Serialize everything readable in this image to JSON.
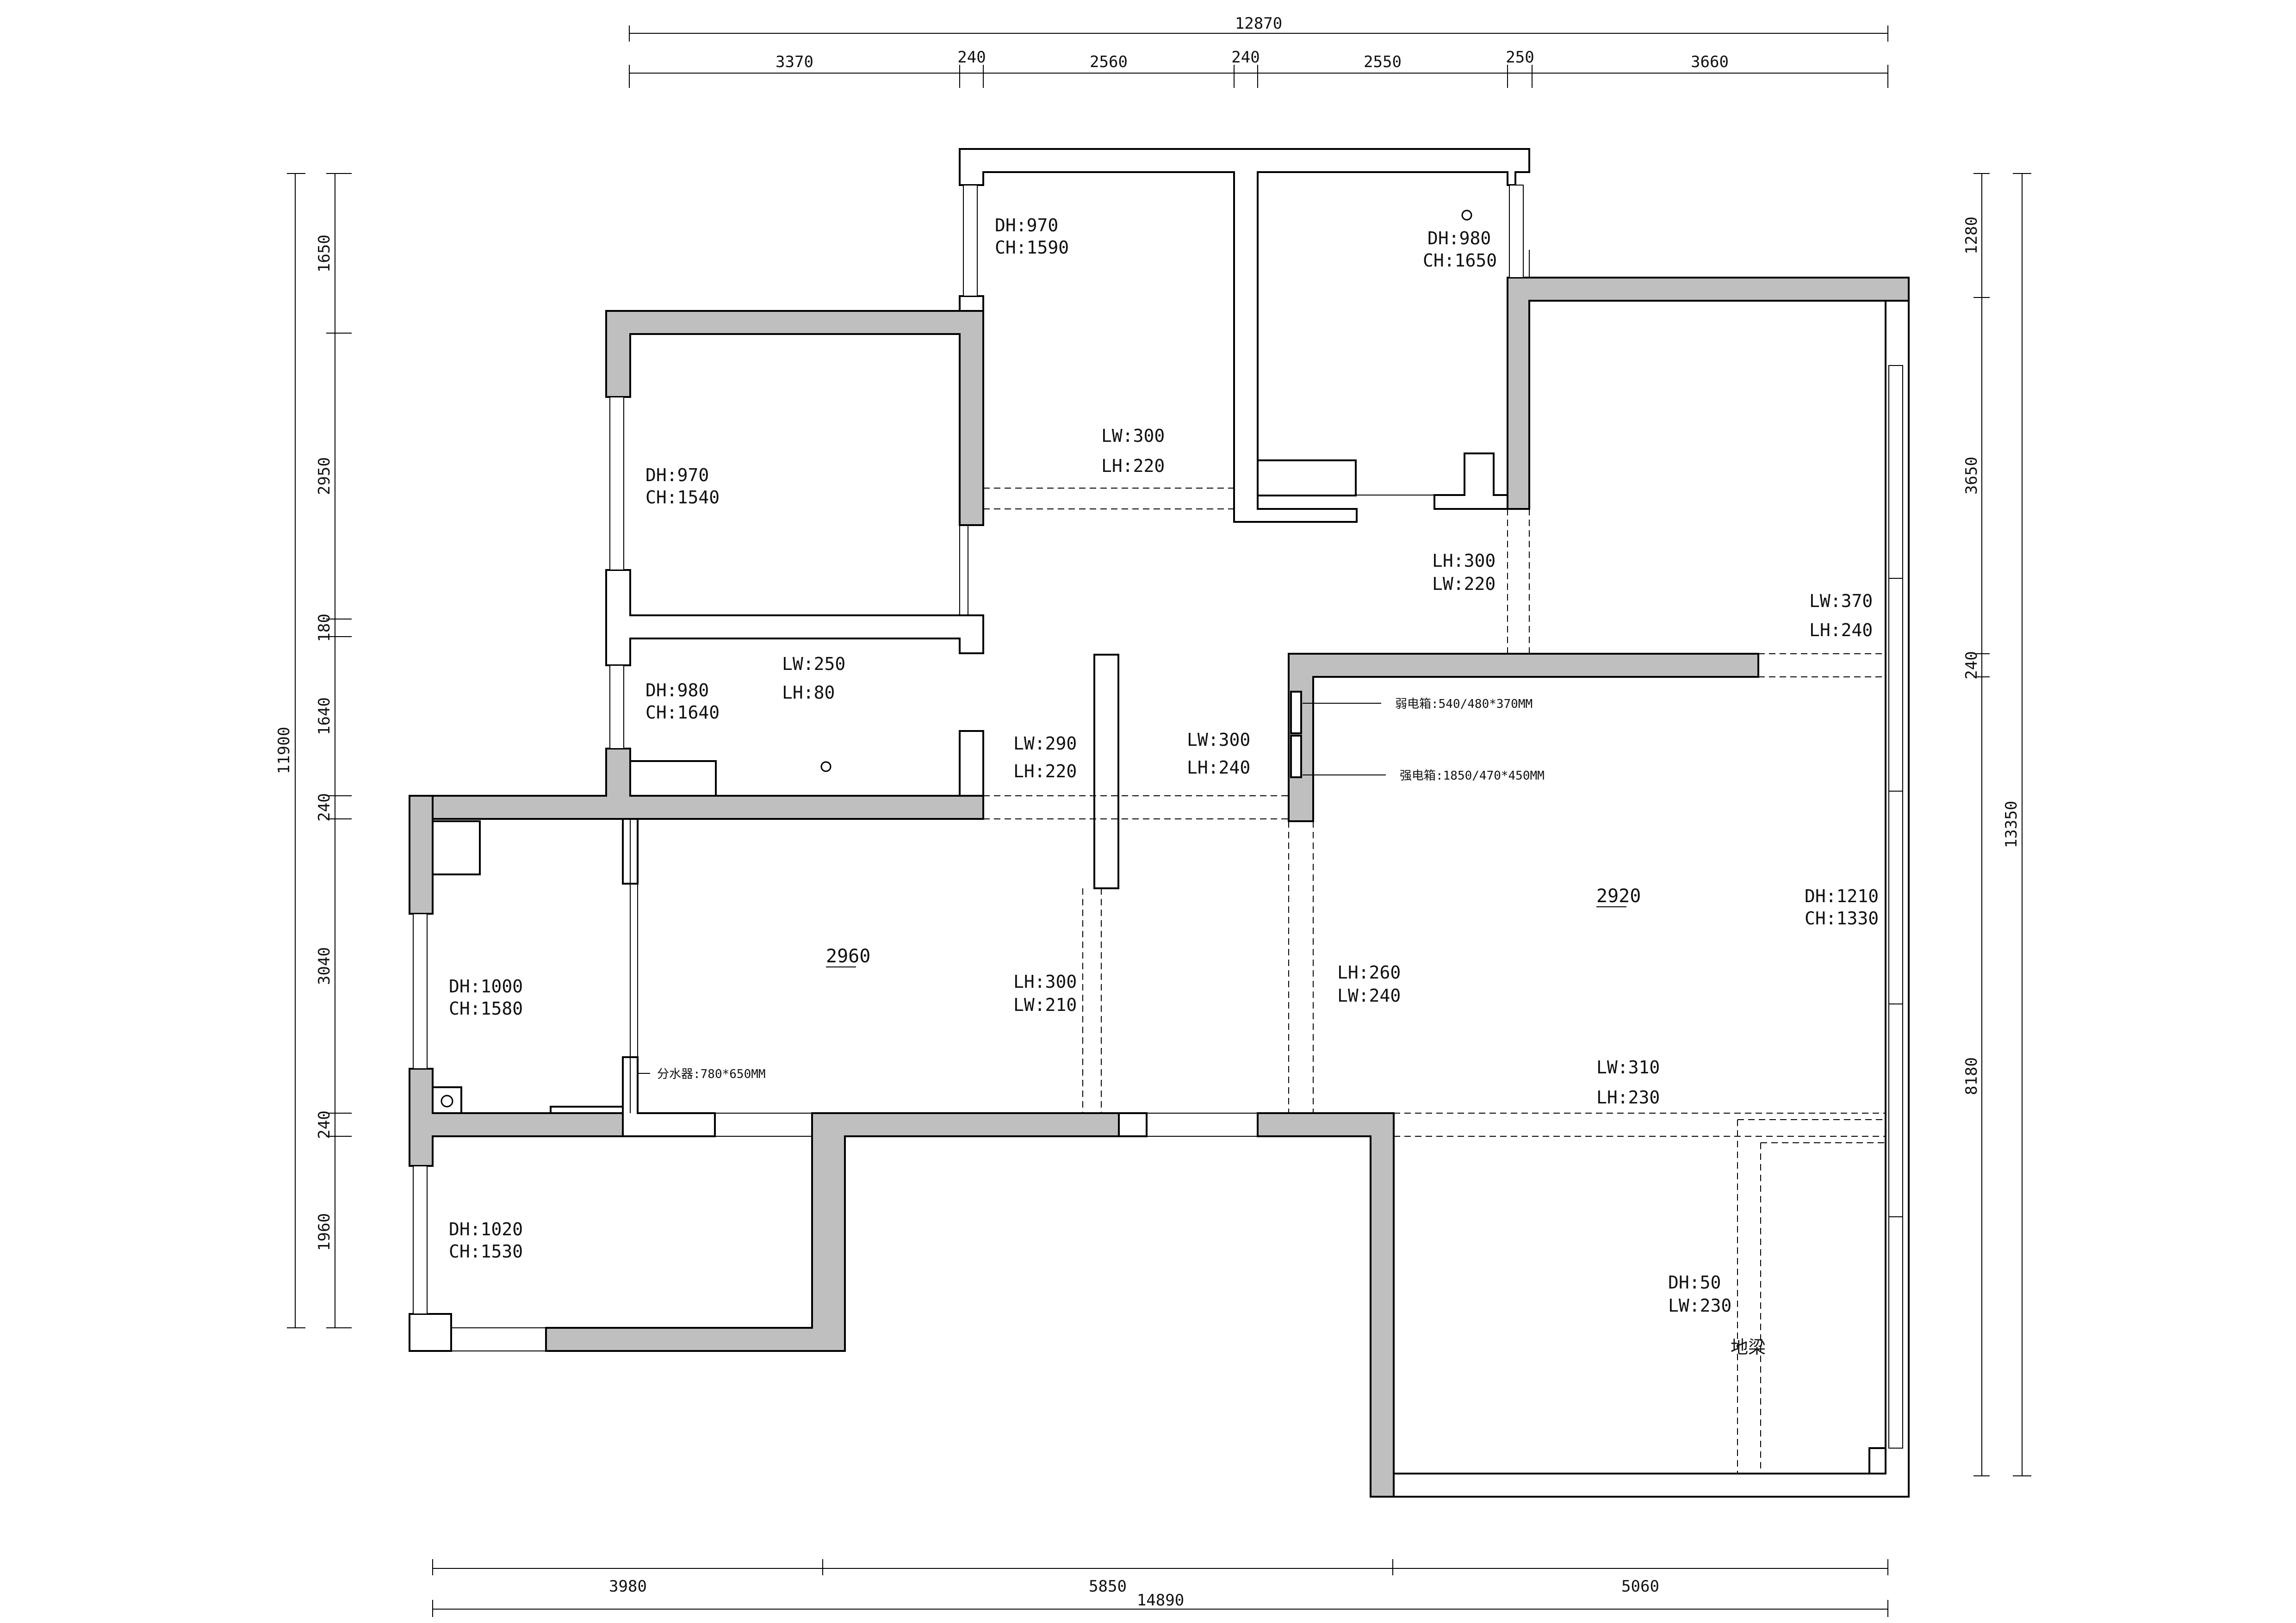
{
  "dimensions": {
    "top_total": "12870",
    "top_segments": [
      "3370",
      "240",
      "2560",
      "240",
      "2550",
      "250",
      "3660"
    ],
    "bottom_segments": [
      "3980",
      "5850",
      "5060"
    ],
    "bottom_total": "14890",
    "left_total": "11900",
    "left_segments": [
      "1650",
      "2950",
      "180",
      "1640",
      "240",
      "3040",
      "240",
      "1960"
    ],
    "right_segments": [
      "1280",
      "3650",
      "240",
      "8180"
    ],
    "right_total": "13350"
  },
  "labels": {
    "w1": [
      "DH:970",
      "CH:1590"
    ],
    "w2": [
      "DH:980",
      "CH:1650"
    ],
    "w3": [
      "DH:970",
      "CH:1540"
    ],
    "w4": [
      "DH:980",
      "CH:1640"
    ],
    "w5": [
      "DH:1000",
      "CH:1580"
    ],
    "w6": [
      "DH:1020",
      "CH:1530"
    ],
    "w7": [
      "DH:1210",
      "CH:1330"
    ],
    "b1": [
      "LW:300",
      "LH:220"
    ],
    "b2": [
      "LH:300",
      "LW:220"
    ],
    "b3": [
      "LW:370",
      "LH:240"
    ],
    "b4": [
      "LW:250",
      "LH:80"
    ],
    "b5": [
      "LW:290",
      "LH:220"
    ],
    "b6": [
      "LW:300",
      "LH:240"
    ],
    "b7": [
      "LH:300",
      "LW:210"
    ],
    "b8": [
      "LH:260",
      "LW:240"
    ],
    "b9": [
      "LW:310",
      "LH:230"
    ],
    "b10": [
      "DH:50",
      "LW:230"
    ]
  },
  "annotations": {
    "weak_box": "弱电箱:540/480*370MM",
    "strong_box": "强电箱:1850/470*450MM",
    "manifold": "分水器:780*650MM",
    "ground_beam": "地梁"
  },
  "rooms": {
    "living_height": "2960",
    "master_height": "2920"
  },
  "colors": {
    "wall_fill": "#bfbfbf",
    "line": "#000000"
  }
}
